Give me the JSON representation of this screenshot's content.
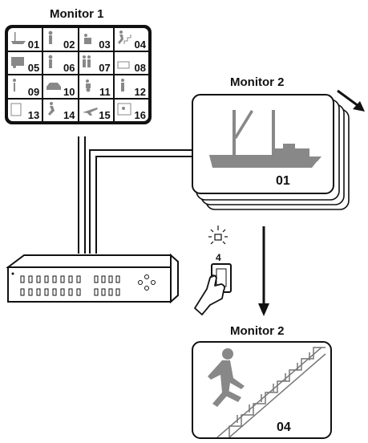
{
  "monitor1": {
    "title": "Monitor 1",
    "cells": [
      {
        "label": "01",
        "icon": "ship-icon"
      },
      {
        "label": "02",
        "icon": "two-persons-icon"
      },
      {
        "label": "03",
        "icon": "person-desk-icon"
      },
      {
        "label": "04",
        "icon": "stairs-runner-icon"
      },
      {
        "label": "05",
        "icon": "truck-icon"
      },
      {
        "label": "06",
        "icon": "two-persons-icon"
      },
      {
        "label": "07",
        "icon": "group-persons-icon"
      },
      {
        "label": "08",
        "icon": "person-door-icon"
      },
      {
        "label": "09",
        "icon": "person-icon"
      },
      {
        "label": "10",
        "icon": "car-icon"
      },
      {
        "label": "11",
        "icon": "wheelchair-icon"
      },
      {
        "label": "12",
        "icon": "person-standing-icon"
      },
      {
        "label": "13",
        "icon": "door-icon"
      },
      {
        "label": "14",
        "icon": "runner-icon"
      },
      {
        "label": "15",
        "icon": "airplane-icon"
      },
      {
        "label": "16",
        "icon": "monitor-person-icon"
      }
    ]
  },
  "monitor2_top": {
    "title": "Monitor 2",
    "channel": "01",
    "icon": "ship-icon"
  },
  "monitor2_bottom": {
    "title": "Monitor 2",
    "channel": "04",
    "icon": "stairs-runner-icon"
  },
  "button_press": {
    "label": "4",
    "icon": "finger-press-icon"
  },
  "controller": {
    "icon": "multiplexer-unit-icon"
  },
  "colors": {
    "line": "#111111",
    "screen": "#ffffff",
    "icon_gray": "#888888"
  }
}
